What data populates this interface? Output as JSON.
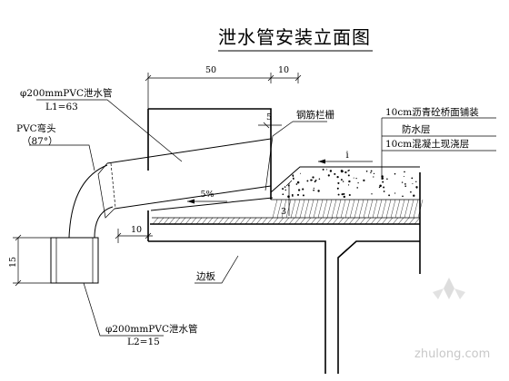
{
  "title": "泄水管安装立面图",
  "labels": {
    "pipe_top_1": "φ200mmPVC泄水管",
    "pipe_top_2": "L1=63",
    "elbow_1": "PVC弯头",
    "elbow_2": "（87°）",
    "rebar_grille": "钢筋栏栅",
    "layer_asphalt": "10cm沥青砼桥面铺装",
    "layer_waterproof": "防水层",
    "layer_concrete": "10cm混凝土现浇层",
    "edge_slab": "边板",
    "pipe_bottom_1": "φ200mmPVC泄水管",
    "pipe_bottom_2": "L2=15",
    "slope": "5%",
    "slope_i": "i"
  },
  "dimensions": {
    "d50": "50",
    "d10_top": "10",
    "d5": "5",
    "d10_left": "10",
    "d15": "15",
    "d3": "3"
  },
  "watermark": "zhulong.com"
}
